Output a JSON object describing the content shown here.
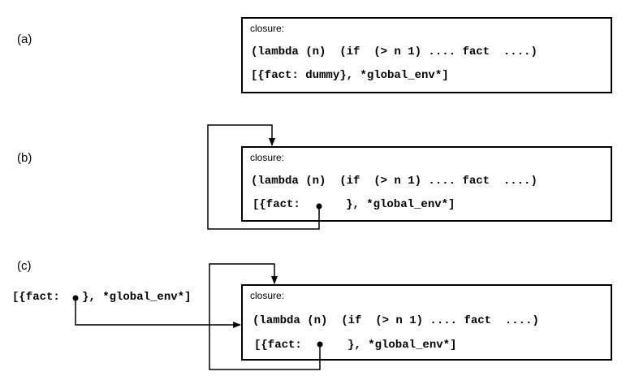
{
  "panel_a": {
    "label": "(a)",
    "closure_title": "closure:",
    "code_line": "(lambda (n)  (if  (> n 1) .... fact  ....)",
    "env_line": "[{fact: dummy}, *global_env*]"
  },
  "panel_b": {
    "label": "(b)",
    "closure_title": "closure:",
    "code_line": "(lambda (n)  (if  (> n 1) .... fact  ....)",
    "env_prefix": "[{fact:",
    "env_suffix": "}, *global_env*]"
  },
  "panel_c": {
    "label": "(c)",
    "outer_env_prefix": "[{fact:",
    "outer_env_suffix": "}, *global_env*]",
    "closure_title": "closure:",
    "code_line": "(lambda (n)  (if  (> n 1) .... fact  ....)",
    "env_prefix": "[{fact:",
    "env_suffix": "}, *global_env*]"
  }
}
